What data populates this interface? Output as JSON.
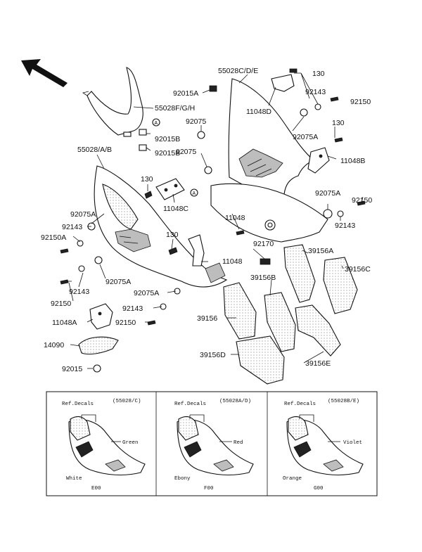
{
  "parts": {
    "p55028CDE": "55028C/D/E",
    "p130a": "130",
    "p92143a": "92143",
    "p92150a": "92150",
    "p92015A": "92015A",
    "p11048D": "11048D",
    "p55028FGH": "55028F/G/H",
    "p92075a": "92075",
    "p92075Aa": "92075A",
    "p130b": "130",
    "p92015Ba": "92015B",
    "p92015Bb": "92015B",
    "p92075b": "92075",
    "p11048B": "11048B",
    "p55028AB": "55028/A/B",
    "p130c": "130",
    "p11048C": "11048C",
    "p92075Ab": "92075A",
    "p92150b": "92150",
    "p92075Ac": "92075A",
    "p92143b": "92143",
    "p11048a": "11048",
    "p92143c": "92143",
    "p92150A": "92150A",
    "p130d": "130",
    "p92170": "92170",
    "p39156A": "39156A",
    "p11048b": "11048",
    "p39156C": "39156C",
    "p92075Ad": "92075A",
    "p92143d": "92143",
    "p39156B": "39156B",
    "p92150c": "92150",
    "p92075Ae": "92075A",
    "p92143e": "92143",
    "p39156": "39156",
    "p11048A": "11048A",
    "p92150d": "92150",
    "p14090": "14090",
    "p39156D": "39156D",
    "p39156E": "39156E",
    "p92015": "92015"
  },
  "ref_marker": "A",
  "variants": [
    {
      "ref": "Ref.Decals",
      "code": "(55028/C)",
      "stripe": "Green",
      "colour": "White",
      "foot": "E00"
    },
    {
      "ref": "Ref.Decals",
      "code": "(55028A/D)",
      "stripe": "Red",
      "colour": "Ebony",
      "foot": "F00"
    },
    {
      "ref": "Ref.Decals",
      "code": "(55028B/E)",
      "stripe": "Violet",
      "colour": "Orange",
      "foot": "G00"
    }
  ]
}
